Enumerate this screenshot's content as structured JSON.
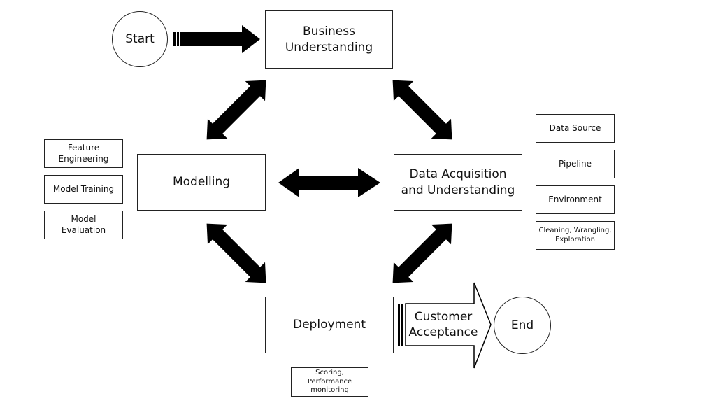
{
  "nodes": {
    "start": "Start",
    "business_understanding": "Business Understanding",
    "modelling": "Modelling",
    "data_acquisition": "Data Acquisition and Understanding",
    "deployment": "Deployment",
    "customer_acceptance": "Customer Acceptance",
    "end": "End"
  },
  "modelling_tasks": [
    "Feature Engineering",
    "Model Training",
    "Model Evaluation"
  ],
  "data_tasks": [
    "Data Source",
    "Pipeline",
    "Environment",
    "Cleaning, Wrangling, Exploration"
  ],
  "deployment_tasks": [
    "Scoring, Performance monitoring"
  ]
}
